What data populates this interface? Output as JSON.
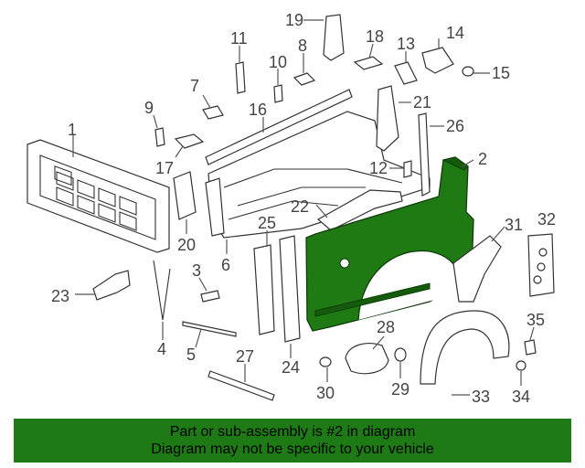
{
  "callouts": {
    "c1": "1",
    "c2": "2",
    "c3": "3",
    "c4": "4",
    "c5": "5",
    "c6": "6",
    "c7": "7",
    "c8": "8",
    "c9": "9",
    "c10": "10",
    "c11": "11",
    "c12": "12",
    "c13": "13",
    "c14": "14",
    "c15": "15",
    "c16": "16",
    "c17": "17",
    "c18": "18",
    "c19": "19",
    "c20": "20",
    "c21": "21",
    "c22": "22",
    "c23": "23",
    "c24": "24",
    "c25": "25",
    "c26": "26",
    "c27": "27",
    "c28": "28",
    "c29": "29",
    "c30": "30",
    "c31": "31",
    "c32": "32",
    "c33": "33",
    "c34": "34",
    "c35": "35"
  },
  "highlight_color": "#1f7a13",
  "banner": {
    "line1": "Part or sub-assembly is #2 in diagram",
    "line2": "Diagram may not be specific to your vehicle",
    "color": "#1e7a14"
  }
}
